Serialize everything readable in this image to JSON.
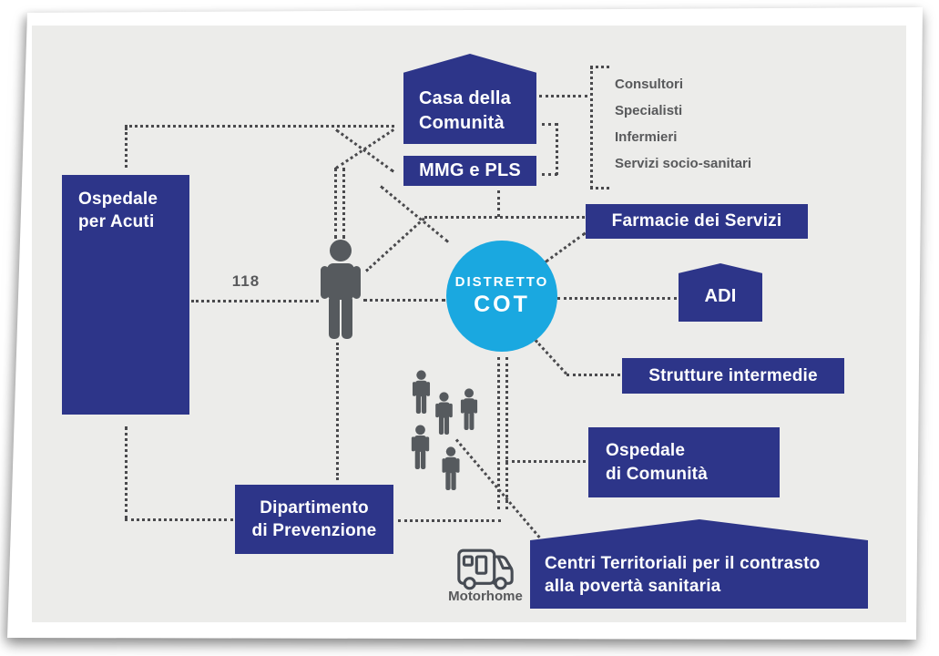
{
  "colors": {
    "dark_blue": "#2d3589",
    "light_blue": "#1aa8e0",
    "panel_bg": "#ececea",
    "card_bg": "#ffffff",
    "line_gray": "#4a4a4d",
    "gray_text": "#58595b"
  },
  "nodes": {
    "ospedale_acuti": {
      "label": "Ospedale\nper Acuti"
    },
    "casa_comunita": {
      "label": "Casa della\nComunità"
    },
    "mmg_pls": {
      "label": "MMG e PLS"
    },
    "farmacie": {
      "label": "Farmacie dei Servizi"
    },
    "adi": {
      "label": "ADI"
    },
    "strutture_intermedie": {
      "label": "Strutture intermedie"
    },
    "ospedale_comunita": {
      "label": "Ospedale\ndi Comunità"
    },
    "centri_territoriali": {
      "label": "Centri Territoriali per il contrasto\nalla povertà sanitaria"
    },
    "dipartimento_prevenzione": {
      "label": "Dipartimento\ndi Prevenzione"
    },
    "distretto_cot": {
      "line1": "DISTRETTO",
      "line2": "COT"
    }
  },
  "services": [
    "Consultori",
    "Specialisti",
    "Infermieri",
    "Servizi socio-sanitari"
  ],
  "labels": {
    "emergency_number": "118",
    "motorhome": "Motorhome"
  },
  "icons": [
    "person-icon",
    "people-group-icon",
    "motorhome-icon"
  ]
}
